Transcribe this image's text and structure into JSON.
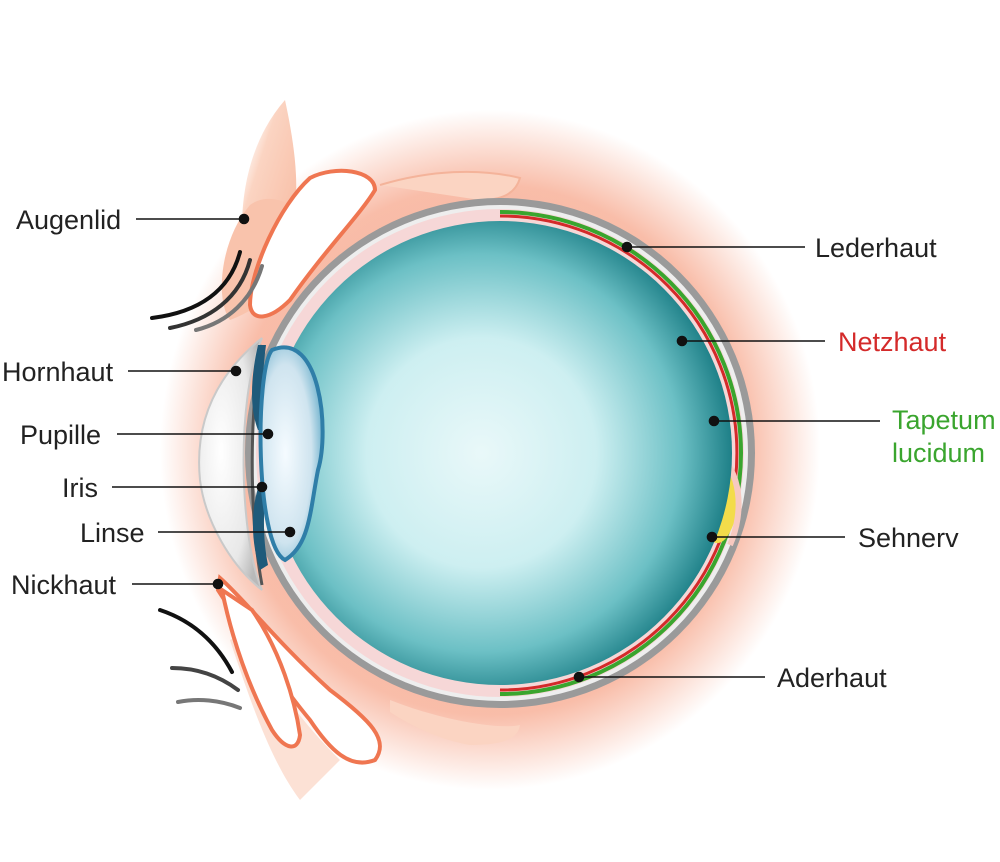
{
  "labels": {
    "augenlid": "Augenlid",
    "hornhaut": "Hornhaut",
    "pupille": "Pupille",
    "iris": "Iris",
    "linse": "Linse",
    "nickhaut": "Nickhaut",
    "lederhaut": "Lederhaut",
    "netzhaut": "Netzhaut",
    "tapetum_line1": "Tapetum",
    "tapetum_line2": "lucidum",
    "sehnerv": "Sehnerv",
    "aderhaut": "Aderhaut"
  },
  "colors": {
    "text": "#222222",
    "netzhaut": "#d42a2a",
    "tapetum": "#3aa52e",
    "leader": "#111111",
    "eyeball_center": "#e6f7f8",
    "eyeball_edge": "#1d7f86",
    "sclera": "#9a9a9a",
    "lid_outline": "#ef7651",
    "skin_glow": "#f6a184",
    "optic_nerve": "#f3dc4a"
  }
}
